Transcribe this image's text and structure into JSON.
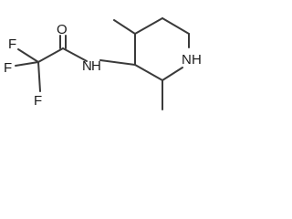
{
  "structure": {
    "atom_labels": {
      "o": "O",
      "f_top": "F",
      "f_left": "F",
      "f_bottom": "F",
      "n_amide": "N",
      "h_amide": "H",
      "n_ring": "N",
      "h_ring": "H"
    }
  }
}
